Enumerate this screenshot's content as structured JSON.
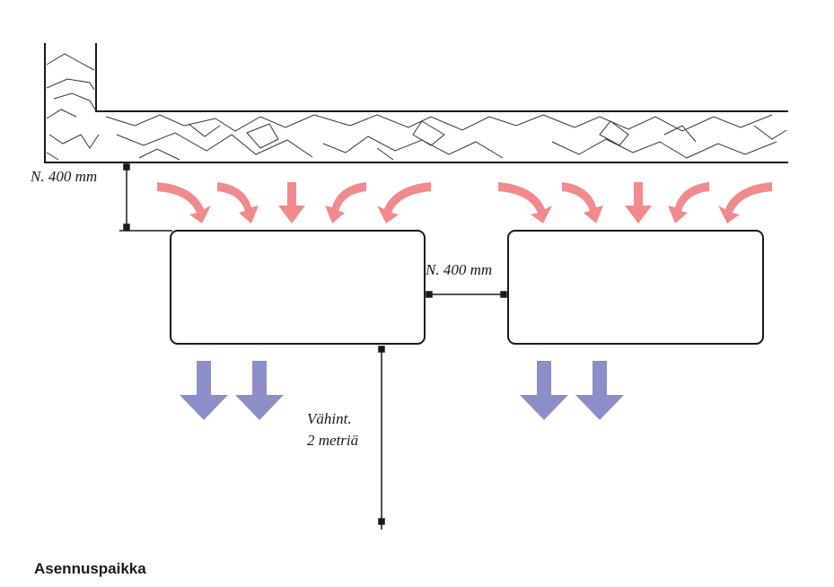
{
  "labels": {
    "ceiling_gap": "N. 400 mm",
    "unit_gap": "N. 400 mm",
    "floor_clearance_line1": "Vähint.",
    "floor_clearance_line2": "2 metriä"
  },
  "caption": "Asennuspaikka",
  "colors": {
    "intake_arrow": "#f08a8c",
    "outlet_arrow": "#8c8ec8",
    "outline": "#1a1a1a",
    "stone_line": "#333333"
  },
  "icons": {
    "intake": "curved-arrow-down-icon",
    "outlet": "arrow-down-icon"
  }
}
